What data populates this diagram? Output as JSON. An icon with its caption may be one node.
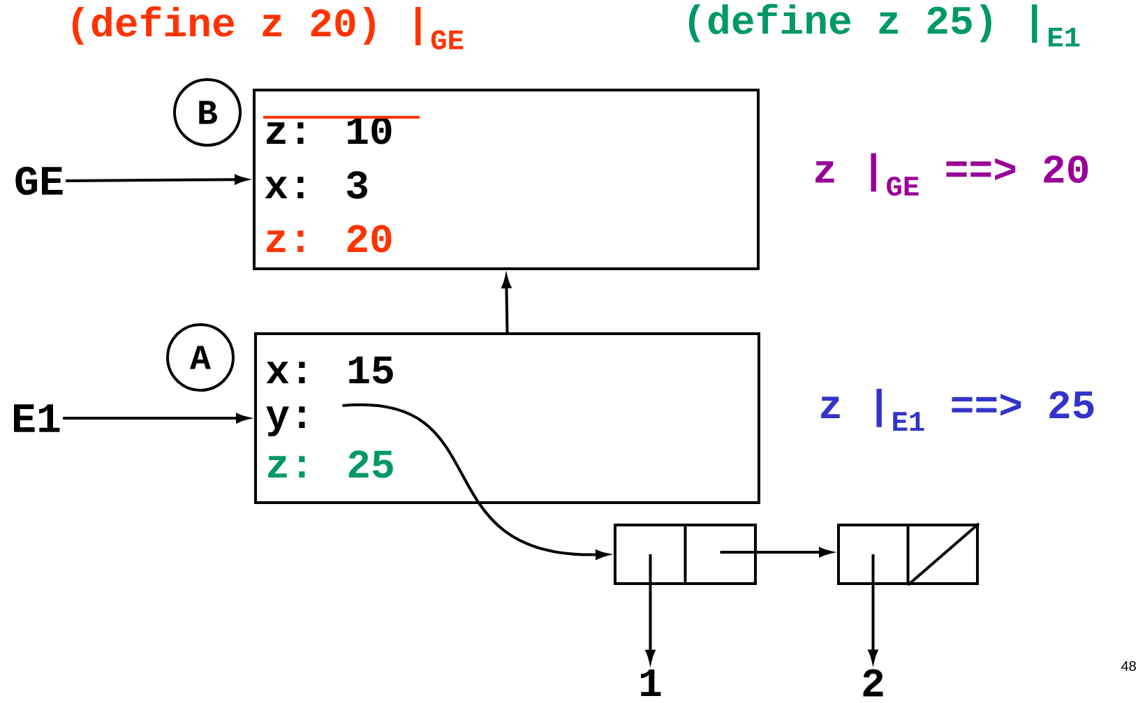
{
  "diagram": {
    "nodes": [
      {
        "text": [
          "z: 10",
          "x: 3",
          "z: 20"
        ]
      },
      {
        "text": [
          "B"
        ]
      },
      {
        "text": [
          "x: 15",
          "y:",
          "z: 25"
        ]
      },
      {
        "text": [
          "A"
        ]
      },
      {
        "text": [
          "GE"
        ]
      },
      {
        "text": [
          "E1"
        ]
      },
      {
        "text": [],
        "shape": "box"
      },
      {
        "text": [],
        "shape": "box"
      },
      {
        "text": [
          "1"
        ]
      },
      {
        "text": [
          "2"
        ]
      }
    ],
    "edges": [
      {
        "from": 4,
        "to": 0,
        "arrow": "to"
      },
      {
        "from": 5,
        "to": 2,
        "arrow": "to"
      },
      {
        "from": 2,
        "to": 0,
        "arrow": "to"
      },
      {
        "from": 2,
        "to": 6,
        "arrow": "to"
      },
      {
        "from": 6,
        "to": 7,
        "arrow": "to"
      },
      {
        "from": 6,
        "to": 8,
        "arrow": "to"
      },
      {
        "from": 7,
        "to": 9,
        "arrow": "to"
      }
    ],
    "labels": [
      "(define z 20) |$_{GE}$",
      "(define z 25) |$_{E1}$",
      "z |$_{GE}$ ==> 20",
      "z |$_{E1}$ ==> 25",
      "48"
    ]
  }
}
